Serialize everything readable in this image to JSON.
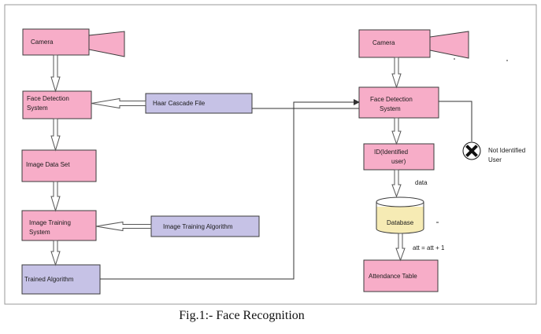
{
  "nodes": {
    "camera_left": "Camera",
    "face_detection_left": [
      "Face Detection",
      "System"
    ],
    "haar_cascade": "Haar Cascade File",
    "image_data_set": "Image Data Set",
    "image_training": [
      "Image Training",
      "System"
    ],
    "image_training_algorithm": "Image Training Algorithm",
    "trained_algorithm": "Trained Algorithm",
    "camera_right": "Camera",
    "face_detection_right": [
      "Face Detection",
      "System"
    ],
    "id_identified": [
      "ID(Identified",
      "user)"
    ],
    "database": "Database",
    "attendance_table": "Attendance Table"
  },
  "labels": {
    "data": "data",
    "att": "att = att + 1",
    "not_identified": [
      "Not Identified",
      "User"
    ]
  },
  "caption": "Fig.1:- Face Recognition",
  "colors": {
    "pink": "#f7adc8",
    "lavender": "#c6c2e6",
    "database_fill": "#f6ebb4",
    "stroke": "#3b3b3b"
  }
}
